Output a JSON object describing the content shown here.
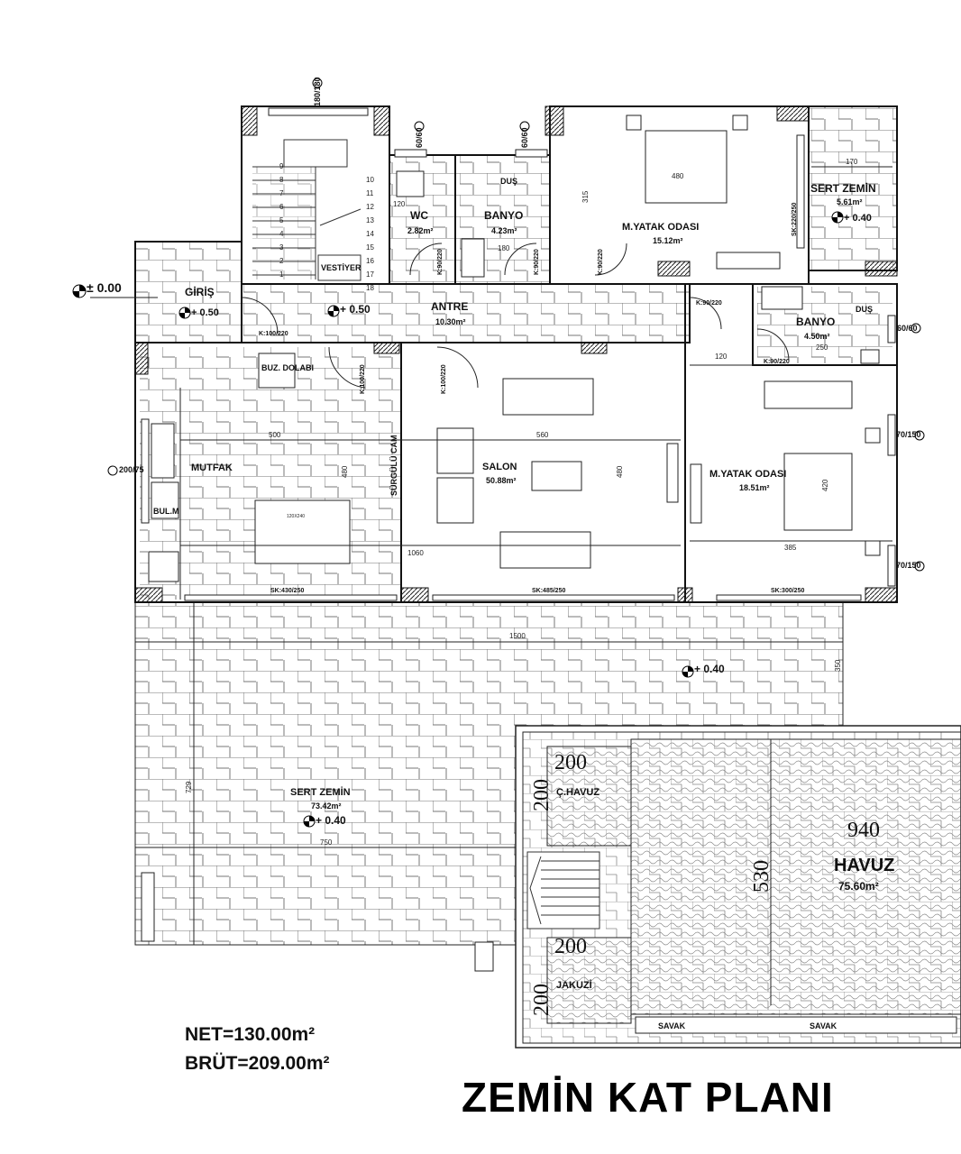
{
  "rooms": {
    "giris": {
      "name": "GİRİŞ",
      "level": "+ 0.50"
    },
    "entry_level": "± 0.00",
    "antre": {
      "name": "ANTRE",
      "area": "10.30m²",
      "level": "+ 0.50"
    },
    "wc": {
      "name": "WC",
      "area": "2.82m²"
    },
    "banyo1": {
      "name": "BANYO",
      "area": "4.23m²",
      "shower": "DUŞ"
    },
    "yatak1": {
      "name": "M.YATAK ODASI",
      "area": "15.12m²"
    },
    "sert_zemin_small": {
      "name": "SERT ZEMİN",
      "area": "5.61m²",
      "level": "+ 0.40"
    },
    "banyo2": {
      "name": "BANYO",
      "area": "4.50m²",
      "shower": "DUŞ"
    },
    "mutfak": {
      "name": "MUTFAK",
      "fridge": "BUZ. DOLABI",
      "dishwasher": "BUL.M"
    },
    "salon": {
      "name": "SALON",
      "area": "50.88m²",
      "sliding_glass": "SÜRGÜLÜ CAM"
    },
    "yatak2": {
      "name": "M.YATAK ODASI",
      "area": "18.51m²"
    },
    "vestiyer": "VESTİYER",
    "terrace": {
      "name": "SERT ZEMİN",
      "area": "73.42m²",
      "level": "+ 0.40",
      "level2": "+ 0.40"
    },
    "cocuk_havuz": {
      "name": "Ç.HAVUZ",
      "w": "200",
      "h": "200"
    },
    "jakuzi": {
      "name": "JAKUZİ",
      "w": "200",
      "h": "200"
    },
    "havuz": {
      "name": "HAVUZ",
      "area": "75.60m²",
      "w": "940",
      "h": "530"
    },
    "savak": [
      "SAVAK",
      "SAVAK"
    ]
  },
  "doors": {
    "entry": "K:100/220",
    "wc": "K:90/220",
    "banyo1": "K:90/220",
    "yatak1": "K:90/220",
    "yatak2_hall": "K:90/220",
    "banyo2": "K:90/220",
    "mutfak": "K:100/220",
    "salon": "K:100/220",
    "sk_yatak1": "SK:220/250",
    "sk_mutfak": "SK:430/250",
    "sk_salon": "SK:485/250",
    "sk_yatak2": "SK:300/250"
  },
  "dimensions": {
    "d500": "500",
    "d560": "560",
    "d480a": "480",
    "d480b": "480",
    "d480c": "480",
    "d1060": "1060",
    "d385": "385",
    "d420": "420",
    "d170": "170",
    "d120a": "120",
    "d120b": "120",
    "d250": "250",
    "d180": "180",
    "d315": "315",
    "d1500": "1500",
    "d750": "750",
    "d729": "729",
    "d350": "350",
    "table": "120X240"
  },
  "windows": {
    "stair": "180/180",
    "wc": "60/60",
    "banyo1": "60/60",
    "banyo2": "60/60",
    "yatak2a": "70/150",
    "yatak2b": "70/150",
    "mutfak": "200/75"
  },
  "stair_numbers": [
    "1",
    "2",
    "3",
    "4",
    "5",
    "6",
    "7",
    "8",
    "9",
    "10",
    "11",
    "12",
    "13",
    "14",
    "15",
    "16",
    "17",
    "18"
  ],
  "totals": {
    "net": "NET=130.00m²",
    "brut": "BRÜT=209.00m²"
  },
  "title": "ZEMİN KAT PLANI"
}
